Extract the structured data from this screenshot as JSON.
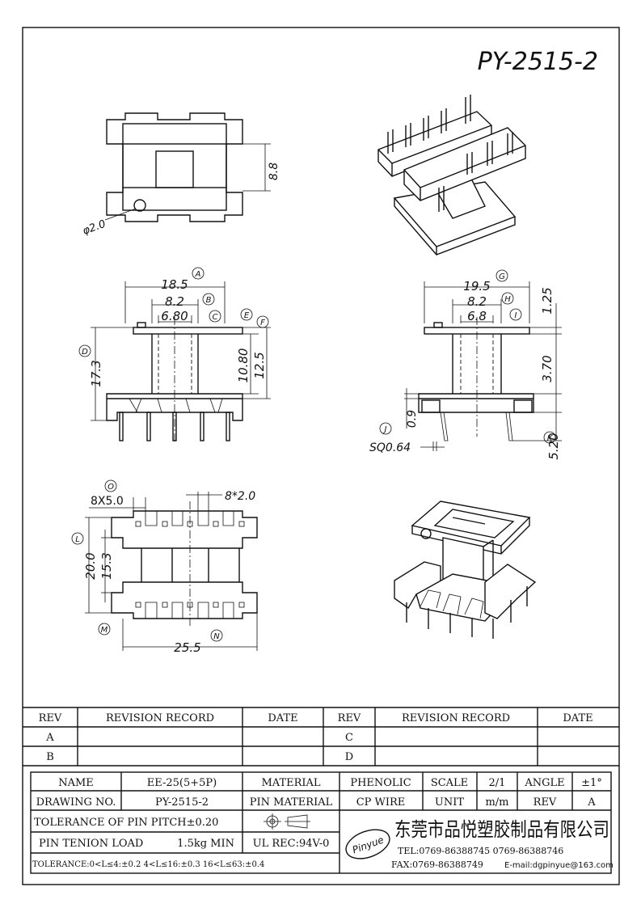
{
  "title": "PY-2515-2",
  "top_view": {
    "dim_height": "8.8",
    "dim_hole": "φ2.0"
  },
  "front_view": {
    "dim_width": "18.5",
    "dim_inner": "8.2",
    "dim_core": "6.80",
    "dim_total_height": "17.3",
    "dim_window": "10.80",
    "dim_body": "12.5",
    "labels": [
      "A",
      "B",
      "C",
      "D",
      "E",
      "F"
    ]
  },
  "side_view": {
    "dim_width": "19.5",
    "dim_inner": "8.2",
    "dim_core": "6.8",
    "dim_flange": "1.25",
    "dim_height": "3.70",
    "dim_pin_pos": "0.9",
    "dim_pin_size": "SQ0.64",
    "dim_pin_len": "5.20",
    "labels": [
      "G",
      "H",
      "I",
      "J",
      "K"
    ]
  },
  "bottom_view": {
    "dim_slots": "8X5.0",
    "dim_pins": "8*2.0",
    "dim_outer": "20.0",
    "dim_inner": "15.3",
    "dim_length": "25.5",
    "labels": [
      "O",
      "L",
      "M",
      "N"
    ]
  },
  "revision_table": {
    "headers": [
      "REV",
      "REVISION RECORD",
      "DATE",
      "REV",
      "REVISION RECORD",
      "DATE"
    ],
    "rows": [
      [
        "A",
        "",
        "",
        "C",
        "",
        ""
      ],
      [
        "B",
        "",
        "",
        "D",
        "",
        ""
      ]
    ]
  },
  "spec_table": {
    "name_label": "NAME",
    "name_value": "EE-25(5+5P)",
    "material_label": "MATERIAL",
    "material_value": "PHENOLIC",
    "scale_label": "SCALE",
    "scale_value": "2/1",
    "angle_label": "ANGLE",
    "angle_value": "±1°",
    "drawing_label": "DRAWING NO.",
    "drawing_value": "PY-2515-2",
    "pin_material_label": "PIN MATERIAL",
    "pin_material_value": "CP WIRE",
    "unit_label": "UNIT",
    "unit_value": "m/m",
    "rev_label": "REV",
    "rev_value": "A",
    "tolerance_pitch": "TOLERANCE OF PIN PITCH±0.20",
    "pin_tension_label": "PIN TENION LOAD",
    "pin_tension_value": "1.5kg MIN",
    "ul": "UL REC:94V-0",
    "tolerance_ranges": "TOLERANCE:0<L≤4:±0.2   4<L≤16:±0.3   16<L≤63:±0.4",
    "logo_text": "Pinyue",
    "company": "东莞市品悦塑胶制品有限公司",
    "tel": "TEL:0769-86388745      0769-86388746",
    "fax": "FAX:0769-86388749",
    "email": "E-mail:dgpinyue@163.com"
  }
}
